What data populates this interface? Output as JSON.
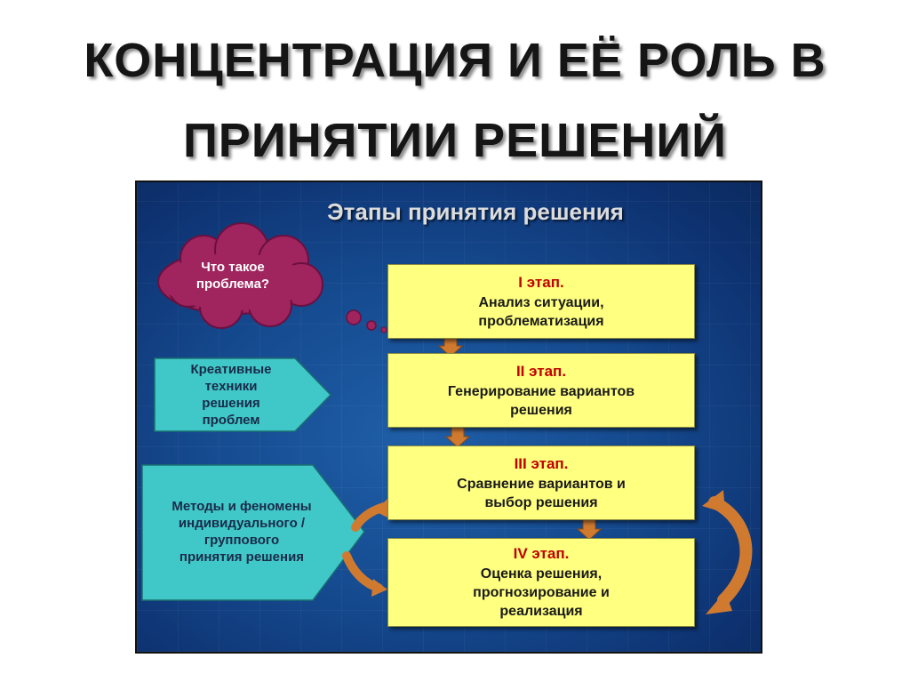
{
  "title": {
    "line1": "КОНЦЕНТРАЦИЯ И ЕЁ РОЛЬ В",
    "line2": "ПРИНЯТИИ РЕШЕНИЙ"
  },
  "diagram": {
    "subtitle": "Этапы принятия решения",
    "cloud": {
      "line1": "Что такое",
      "line2": "проблема?"
    },
    "creative": {
      "lines": [
        "Креативные",
        "техники",
        "решения",
        "проблем"
      ]
    },
    "methods": {
      "lines": [
        "Методы и феномены",
        "индивидуального /",
        "группового",
        "принятия решения"
      ]
    },
    "stages": [
      {
        "head": "I этап.",
        "lines": [
          "Анализ ситуации,",
          "проблематизация"
        ]
      },
      {
        "head": "II этап.",
        "lines": [
          "Генерирование вариантов",
          "решения"
        ]
      },
      {
        "head": "III этап.",
        "lines": [
          "Сравнение вариантов и",
          "выбор решения"
        ]
      },
      {
        "head": "IV этап.",
        "lines": [
          "Оценка решения,",
          "прогнозирование и",
          "реализация"
        ]
      }
    ],
    "colors": {
      "background": "#154a8f",
      "stage_box": "#ffff80",
      "stage_head": "#c00000",
      "cloud": "#a0245e",
      "pentagon": "#40c8c8",
      "arrow": "#d07a30"
    }
  }
}
